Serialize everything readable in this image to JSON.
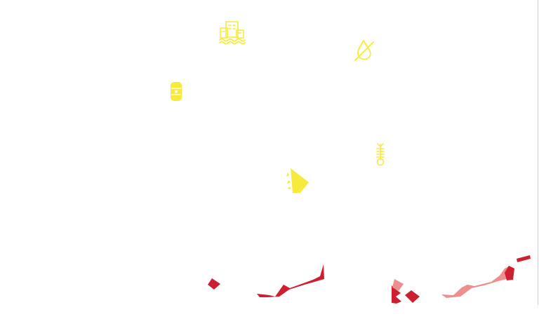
{
  "map": {
    "background": "#ffffff",
    "frame_color": "#cfcfcf"
  },
  "colors": {
    "icon_yellow": "#f7ea3a",
    "region_dark_red": "#cc1f2f",
    "region_light_red": "#ee8f8f"
  },
  "icons": [
    {
      "name": "flooded-buildings-icon"
    },
    {
      "name": "water-drop-slash-icon"
    },
    {
      "name": "barrel-icon"
    },
    {
      "name": "fish-skeleton-icon"
    },
    {
      "name": "landslide-icon"
    }
  ],
  "regions": [
    {
      "name": "region-dark-left-fragment"
    },
    {
      "name": "region-dark-center-strip"
    },
    {
      "name": "region-dark-pair-left"
    },
    {
      "name": "region-light-pair-top"
    },
    {
      "name": "region-dark-pair-right"
    },
    {
      "name": "region-light-right-strip"
    },
    {
      "name": "region-dark-right-small"
    },
    {
      "name": "region-dark-right-tip"
    }
  ]
}
